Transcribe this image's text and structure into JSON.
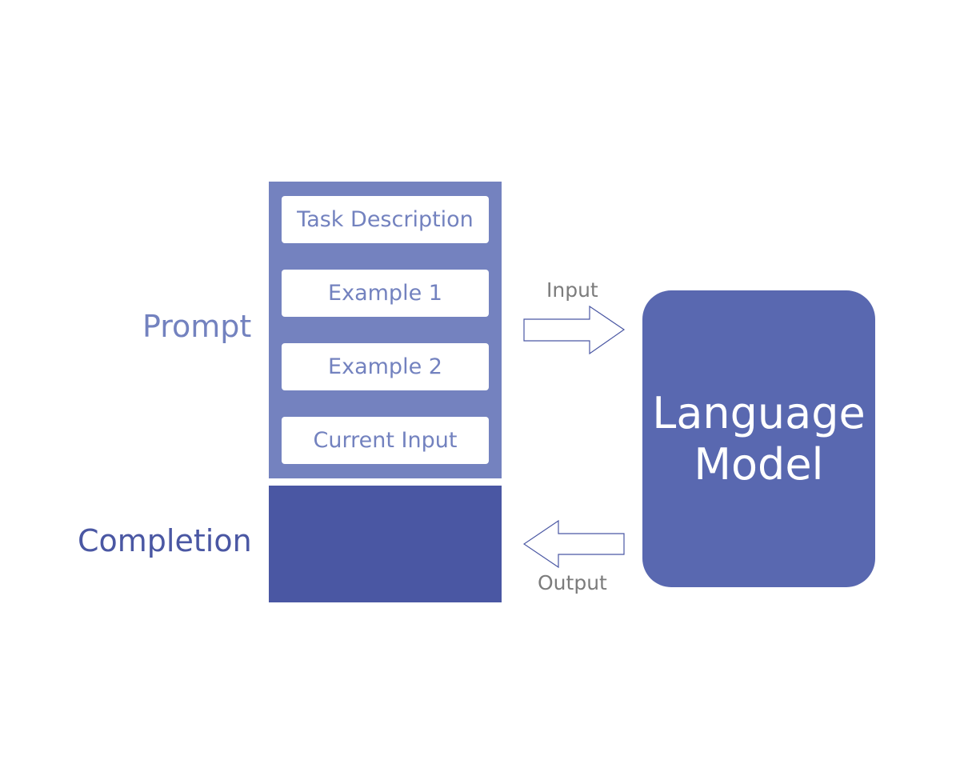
{
  "labels": {
    "prompt": "Prompt",
    "completion": "Completion",
    "input": "Input",
    "output": "Output"
  },
  "prompt_items": [
    "Task Description",
    "Example 1",
    "Example 2",
    "Current Input"
  ],
  "model": {
    "line1": "Language",
    "line2": "Model"
  },
  "colors": {
    "prompt_block": "#7482bf",
    "completion_block": "#4a57a3",
    "model_box": "#5968b0",
    "arrow_stroke": "#4a57a3",
    "arrow_label": "#7c7c7c"
  }
}
